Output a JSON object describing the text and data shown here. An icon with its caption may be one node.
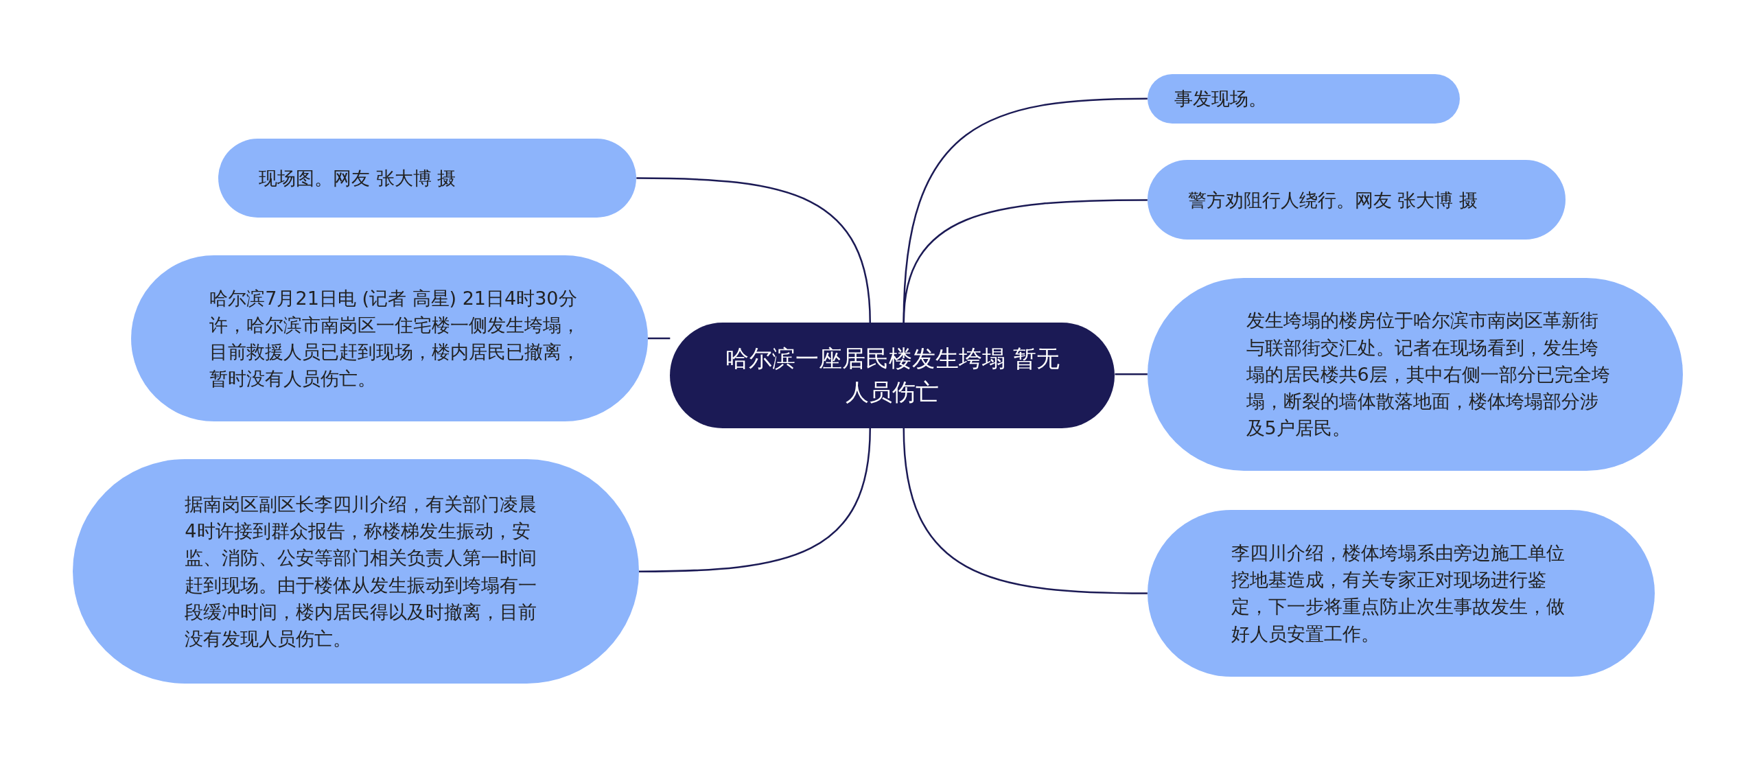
{
  "diagram": {
    "nodes": [
      {
        "text": [
          "哈尔滨一座居民楼发生垮塌 暂无人员伤亡"
        ]
      },
      {
        "text": [
          "现场图。网友 张大博 摄"
        ]
      },
      {
        "text": [
          "哈尔滨7月21日电 (记者 高星) 21日4时30分许，哈尔滨市南岗区一住宅楼一侧发生垮塌，目前救援人员已赶到现场，楼内居民已撤离，暂时没有人员伤亡。"
        ]
      },
      {
        "text": [
          "据南岗区副区长李四川介绍，有关部门凌晨4时许接到群众报告，称楼梯发生振动，安监、消防、公安等部门相关负责人第一时间赶到现场。由于楼体从发生振动到垮塌有一段缓冲时间，楼内居民得以及时撤离，目前没有发现人员伤亡。"
        ]
      },
      {
        "text": [
          "事发现场。"
        ]
      },
      {
        "text": [
          "警方劝阻行人绕行。网友 张大博 摄"
        ]
      },
      {
        "text": [
          "发生垮塌的楼房位于哈尔滨市南岗区革新街与联部街交汇处。记者在现场看到，发生垮塌的居民楼共6层，其中右侧一部分已完全垮塌，断裂的墙体散落地面，楼体垮塌部分涉及5户居民。"
        ]
      },
      {
        "text": [
          "李四川介绍，楼体垮塌系由旁边施工单位挖地基造成，有关专家正对现场进行鉴定，下一步将重点防止次生事故发生，做好人员安置工作。"
        ]
      }
    ],
    "edges": [
      {
        "from": 0,
        "to": 1,
        "arrow": "none"
      },
      {
        "from": 0,
        "to": 2,
        "arrow": "none"
      },
      {
        "from": 0,
        "to": 3,
        "arrow": "none"
      },
      {
        "from": 0,
        "to": 4,
        "arrow": "none"
      },
      {
        "from": 0,
        "to": 5,
        "arrow": "none"
      },
      {
        "from": 0,
        "to": 6,
        "arrow": "none"
      },
      {
        "from": 0,
        "to": 7,
        "arrow": "none"
      }
    ]
  }
}
